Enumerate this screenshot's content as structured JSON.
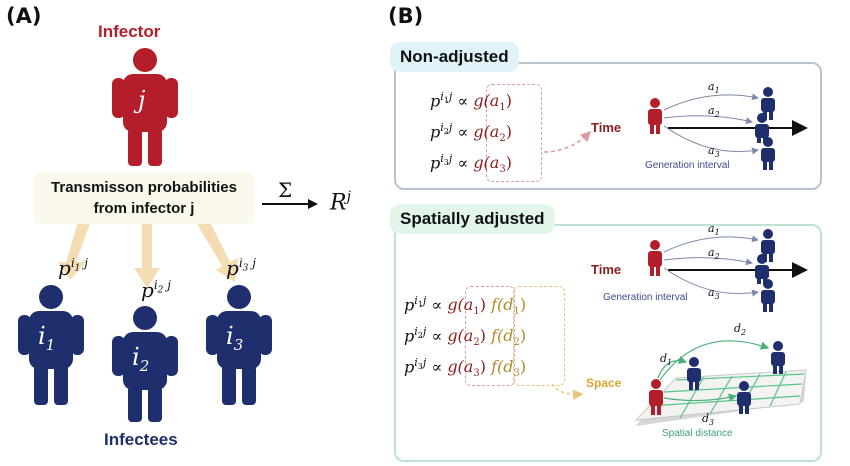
{
  "panel_a": {
    "label": "(A)",
    "infector_title": "Infector",
    "infector_letter": "j",
    "transmission_line1": "Transmisson probabilities",
    "transmission_line2": "from infector  j",
    "sum_symbol": "Σ",
    "r_base": "R",
    "r_sup": "j",
    "infectees_title": "Infectees",
    "infectees": [
      {
        "letter": "i",
        "sub": "1",
        "p_label": "p",
        "p_sup_i": "i",
        "p_sup_sub": "1",
        "p_sup_j": " j"
      },
      {
        "letter": "i",
        "sub": "2",
        "p_label": "p",
        "p_sup_i": "i",
        "p_sup_sub": "2",
        "p_sup_j": " j"
      },
      {
        "letter": "i",
        "sub": "3",
        "p_label": "p",
        "p_sup_i": "i",
        "p_sup_sub": "3",
        "p_sup_j": " j"
      }
    ],
    "colors": {
      "infector": "#b31e2a",
      "infectee": "#1f2f6e",
      "arrow": "#f4dcb3"
    }
  },
  "panel_b": {
    "label": "(B)",
    "non_adjusted": {
      "title": "Non-adjusted",
      "rows": [
        {
          "sup_sub": "1",
          "fn": "g(a",
          "arg_sub": "1",
          "close": ")"
        },
        {
          "sup_sub": "2",
          "fn": "g(a",
          "arg_sub": "2",
          "close": ")"
        },
        {
          "sup_sub": "3",
          "fn": "g(a",
          "arg_sub": "3",
          "close": ")"
        }
      ],
      "time_label": "Time",
      "interval_label": "Generation interval",
      "a_labels": [
        "a",
        "a",
        "a"
      ],
      "a_subs": [
        "1",
        "2",
        "3"
      ]
    },
    "spatially_adjusted": {
      "title": "Spatially adjusted",
      "rows": [
        {
          "sup_sub": "1",
          "fn": "g(a",
          "arg_sub": "1",
          "close": ")",
          "f": "f(d",
          "f_sub": "1",
          "f_close": ")"
        },
        {
          "sup_sub": "2",
          "fn": "g(a",
          "arg_sub": "2",
          "close": ")",
          "f": "f(d",
          "f_sub": "2",
          "f_close": ")"
        },
        {
          "sup_sub": "3",
          "fn": "g(a",
          "arg_sub": "3",
          "close": ")",
          "f": "f(d",
          "f_sub": "3",
          "f_close": ")"
        }
      ],
      "time_label": "Time",
      "interval_label": "Generation interval",
      "space_label": "Space",
      "spatial_label": "Spatial distance",
      "d_labels": [
        "d",
        "d",
        "d"
      ],
      "d_subs": [
        "1",
        "2",
        "3"
      ]
    },
    "propto": "∝",
    "p": "p",
    "i": "i",
    "j": "j",
    "colors": {
      "non_adjusted_tag": "#dff3f9",
      "spatial_tag": "#e2f6ea",
      "time_text": "#8b1d1d",
      "interval_text": "#3d4e8c",
      "space_text": "#d9a531",
      "spatial_text": "#3fa07a"
    }
  }
}
